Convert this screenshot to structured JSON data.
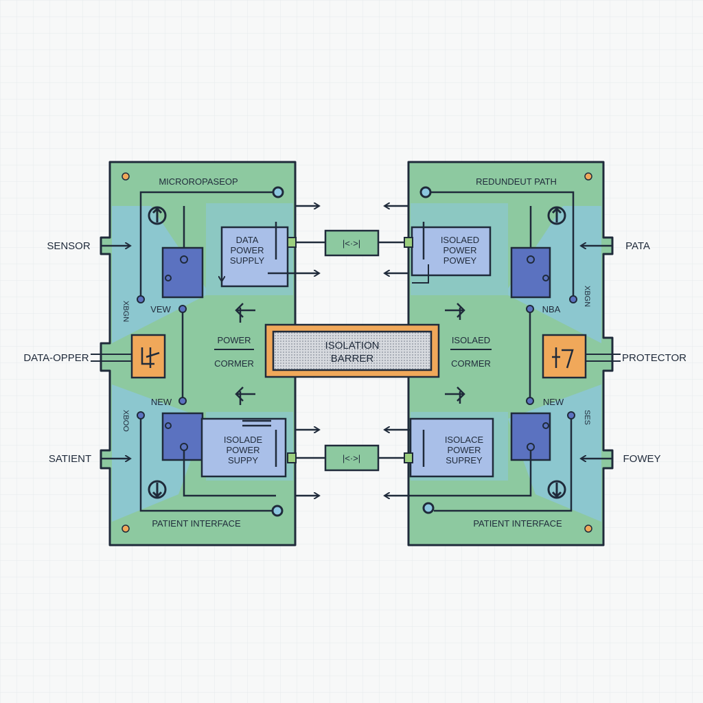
{
  "colors": {
    "background": "#f7f8f8",
    "board_green": "#8dc9a0",
    "board_blue_wash": "#8cc6df",
    "block_lavender": "#a9bfe8",
    "block_dark_blue": "#5b72c0",
    "component_orange": "#f0a85a",
    "port_green": "#9ccf7e",
    "line_navy": "#1f2a3a",
    "barrier_grey": "#c9ccd2"
  },
  "left_board": {
    "title": "MICROROPASEOP",
    "bottom_title": "PATIENT INTERFACE",
    "supply_top": [
      "DATA",
      "POWER",
      "SUPPLY"
    ],
    "supply_bottom": [
      "ISOLADE",
      "POWER",
      "SUPPY"
    ],
    "center_label_top": "POWER",
    "center_label_bottom": "CORMER",
    "node_top_label": "VEW",
    "node_bottom_label": "NEW",
    "side_text_top": "XBGN",
    "side_text_bottom": "XBOO",
    "power_top_icon": "power-up-icon",
    "power_bottom_icon": "power-down-icon",
    "component_icon": "protector-chip-icon"
  },
  "right_board": {
    "title": "REDUNDEUT PATH",
    "bottom_title": "PATIENT INTERFACE",
    "supply_top": [
      "ISOLAED",
      "POWER",
      "POWEY"
    ],
    "supply_bottom": [
      "ISOLACE",
      "POWER",
      "SUPREY"
    ],
    "center_label_top": "ISOLAED",
    "center_label_bottom": "CORMER",
    "node_top_label": "NBA",
    "node_bottom_label": "NEW",
    "side_text_top": "XBGN",
    "side_text_bottom": "SES",
    "power_top_icon": "power-up-icon",
    "power_bottom_icon": "power-down-icon",
    "component_icon": "protector-chip-icon"
  },
  "external_labels": {
    "left_top": "SENSOR",
    "left_middle": "DATA-OPPER",
    "left_bottom": "SATIENT",
    "right_top": "PATA",
    "right_middle": "PROTECTOR",
    "right_bottom": "FOWEY"
  },
  "barrier": {
    "line1": "ISOLATION",
    "line2": "BARRER"
  },
  "couplers": {
    "top_symbol": "|<·>|",
    "bottom_symbol": "|<·>|"
  }
}
